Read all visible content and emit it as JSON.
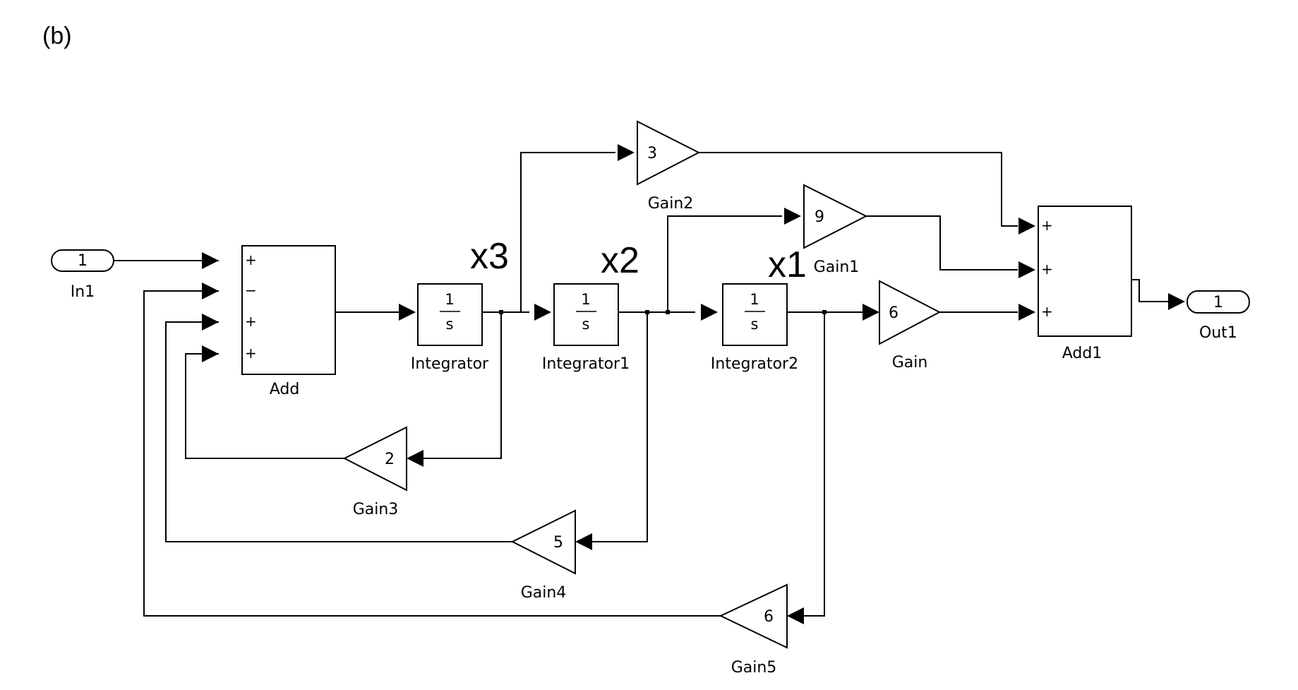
{
  "figure_label": "(b)",
  "state_labels": {
    "x3": "x3",
    "x2": "x2",
    "x1": "x1"
  },
  "blocks": {
    "in1": {
      "name": "In1",
      "port": "1"
    },
    "out1": {
      "name": "Out1",
      "port": "1"
    },
    "add": {
      "name": "Add",
      "signs": [
        "+",
        "−",
        "+",
        "+"
      ]
    },
    "add1": {
      "name": "Add1",
      "signs": [
        "+",
        "+",
        "+"
      ]
    },
    "integrator": {
      "name": "Integrator",
      "num": "1",
      "den": "s"
    },
    "integrator1": {
      "name": "Integrator1",
      "num": "1",
      "den": "s"
    },
    "integrator2": {
      "name": "Integrator2",
      "num": "1",
      "den": "s"
    },
    "gain": {
      "name": "Gain",
      "value": "6"
    },
    "gain1": {
      "name": "Gain1",
      "value": "9"
    },
    "gain2": {
      "name": "Gain2",
      "value": "3"
    },
    "gain3": {
      "name": "Gain3",
      "value": "2"
    },
    "gain4": {
      "name": "Gain4",
      "value": "5"
    },
    "gain5": {
      "name": "Gain5",
      "value": "6"
    }
  }
}
